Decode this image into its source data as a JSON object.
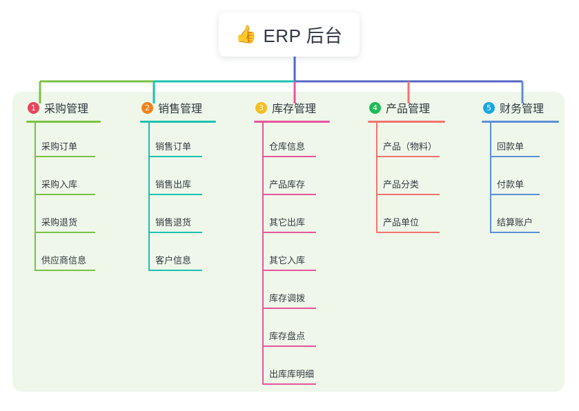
{
  "root": {
    "icon": "thumbs-up-emoji",
    "emoji": "👍",
    "title": "ERP 后台"
  },
  "colors": {
    "panel_bg": "#eef7ea",
    "root_line": "#5566c4",
    "purchase": "#7ac143",
    "sales": "#19c2b0",
    "inventory": "#e8559b",
    "product": "#f4726d",
    "finance": "#5b8fd6",
    "badge_1": "#e8455c",
    "badge_2": "#f2821e",
    "badge_3": "#f5bd1f",
    "badge_4": "#21ba57",
    "badge_5": "#19a7e0",
    "text": "#2f3640"
  },
  "columns": [
    {
      "index": "1",
      "title": "采购管理",
      "accent": "#7ac143",
      "badge_color": "#e8455c",
      "items": [
        "采购订单",
        "采购入库",
        "采购退货",
        "供应商信息"
      ]
    },
    {
      "index": "2",
      "title": "销售管理",
      "accent": "#19c2b0",
      "badge_color": "#f2821e",
      "items": [
        "销售订单",
        "销售出库",
        "销售退货",
        "客户信息"
      ]
    },
    {
      "index": "3",
      "title": "库存管理",
      "accent": "#e8559b",
      "badge_color": "#f5bd1f",
      "items": [
        "仓库信息",
        "产品库存",
        "其它出库",
        "其它入库",
        "库存调拨",
        "库存盘点",
        "出库库明细"
      ]
    },
    {
      "index": "4",
      "title": "产品管理",
      "accent": "#f4726d",
      "badge_color": "#21ba57",
      "items": [
        "产品（物料）",
        "产品分类",
        "产品单位"
      ]
    },
    {
      "index": "5",
      "title": "财务管理",
      "accent": "#5b8fd6",
      "badge_color": "#19a7e0",
      "items": [
        "回款单",
        "付款单",
        "结算账户"
      ]
    }
  ]
}
